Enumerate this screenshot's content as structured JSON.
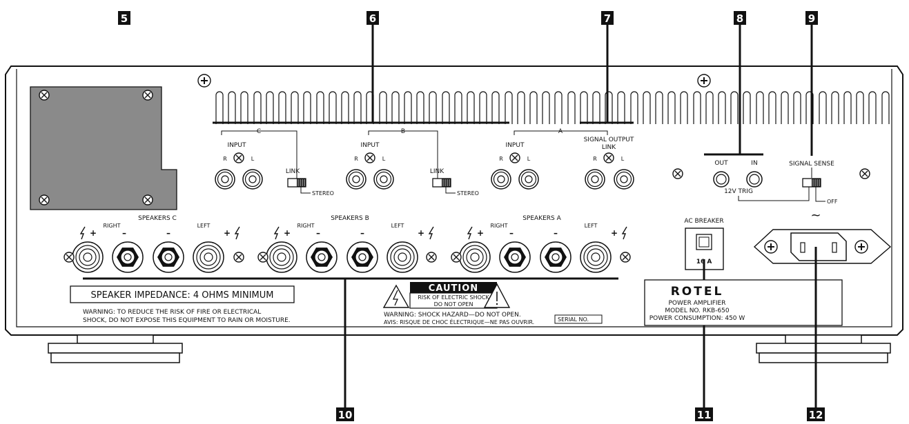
{
  "callouts": [
    "5",
    "6",
    "7",
    "8",
    "9",
    "10",
    "11",
    "12"
  ],
  "inputs": {
    "c_label": "C",
    "b_label": "B",
    "a_label": "A",
    "input_label": "INPUT",
    "signal_output_label": "SIGNAL OUTPUT",
    "link_label": "LINK",
    "r_label": "R",
    "l_label": "L",
    "stereo_label": "STEREO"
  },
  "trigger": {
    "out_label": "OUT",
    "in_label": "IN",
    "trig_label": "12V TRIG"
  },
  "signal_sense": {
    "label": "SIGNAL SENSE",
    "off_label": "OFF"
  },
  "speakers": {
    "c_label": "SPEAKERS C",
    "b_label": "SPEAKERS B",
    "a_label": "SPEAKERS A",
    "right_label": "RIGHT",
    "left_label": "LEFT",
    "plus": "+",
    "minus": "–"
  },
  "impedance": "SPEAKER IMPEDANCE: 4 OHMS MINIMUM",
  "warning_fire_1": "WARNING: TO REDUCE THE RISK OF FIRE OR ELECTRICAL",
  "warning_fire_2": "SHOCK, DO NOT EXPOSE THIS EQUIPMENT TO RAIN OR MOISTURE.",
  "caution": {
    "title": "CAUTION",
    "line1": "RISK OF ELECTRIC SHOCK",
    "line2": "DO NOT OPEN",
    "warning": "WARNING: SHOCK HAZARD—DO NOT OPEN.",
    "avis": "AVIS: RISQUE DE CHOC ÉLECTRIQUE—NE PAS OUVRIR."
  },
  "serial": "SERIAL NO.",
  "breaker": {
    "label": "AC BREAKER",
    "rating": "16 A"
  },
  "ac_symbol": "~",
  "nameplate": {
    "brand": "ROTEL",
    "line1": "POWER AMPLIFIER",
    "line2": "MODEL NO. RKB-650",
    "line3": "POWER CONSUMPTION: 450 W"
  }
}
